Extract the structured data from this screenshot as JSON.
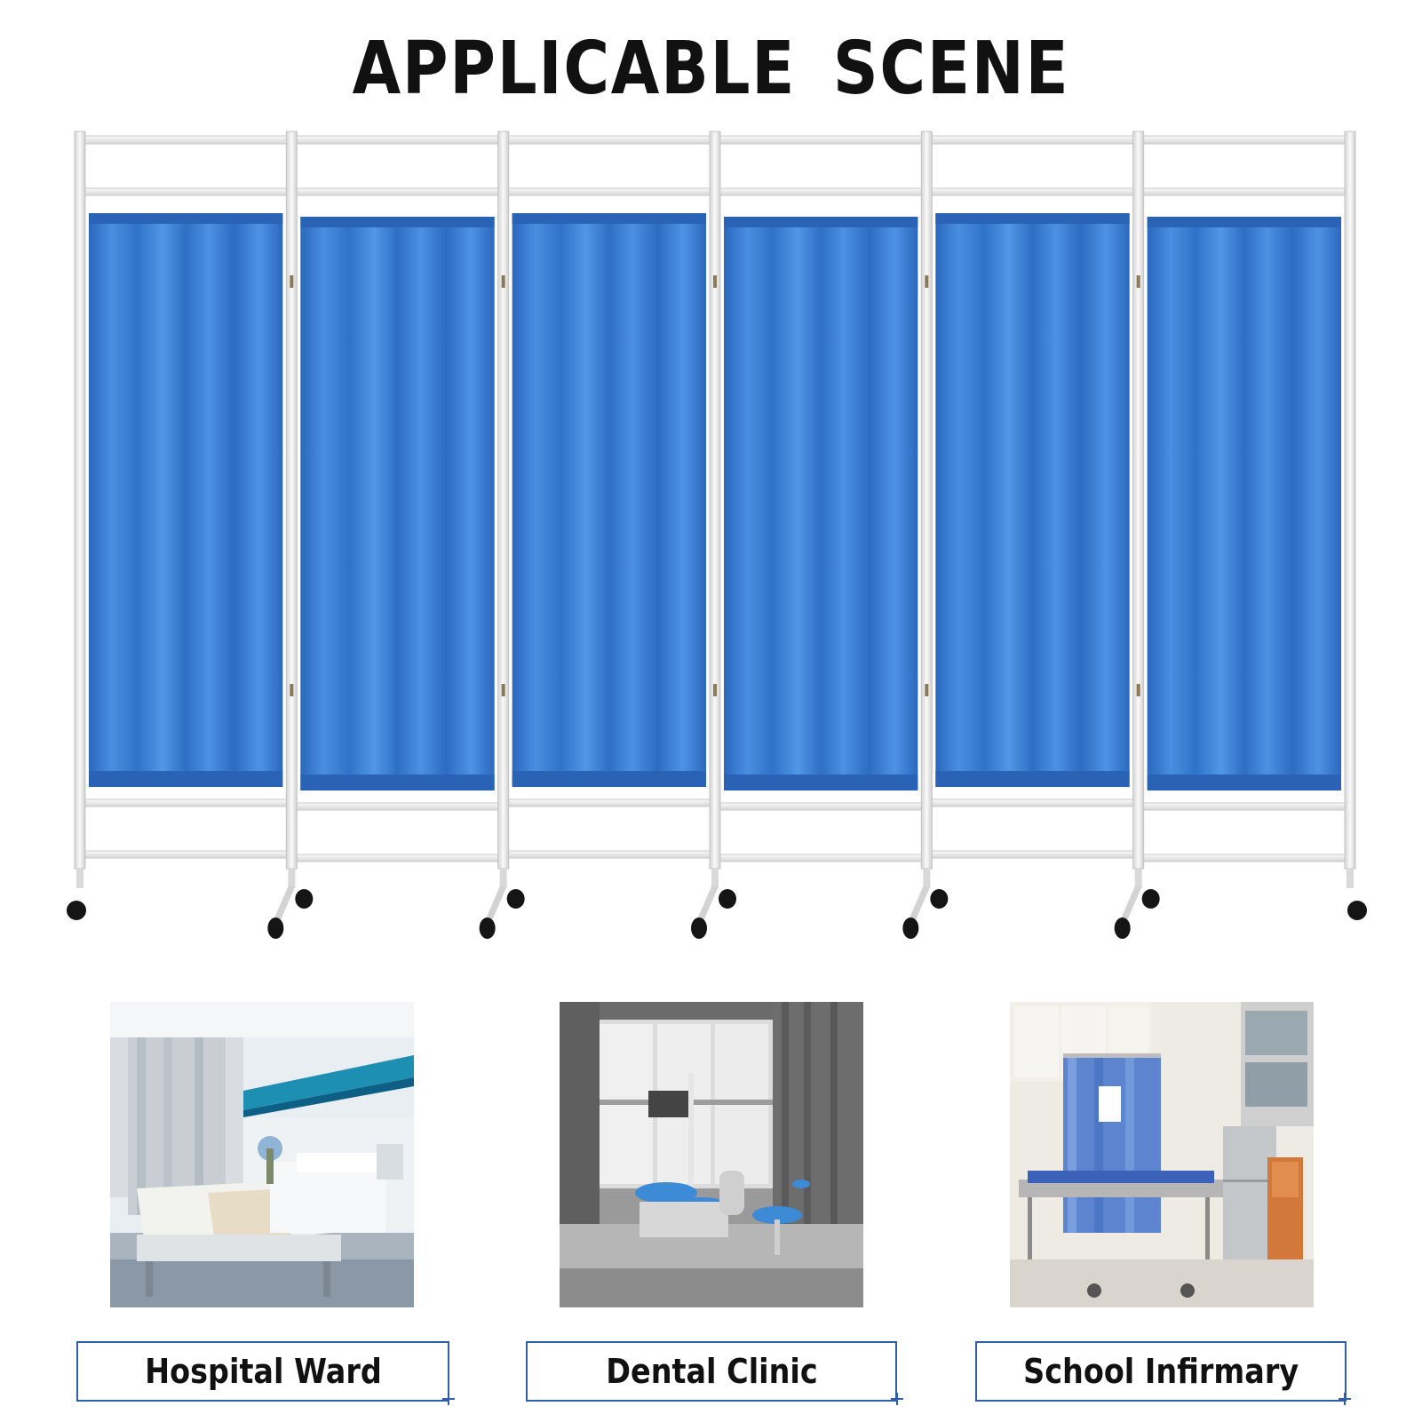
{
  "heading": "APPLICABLE  SCENE",
  "product": {
    "panel_count": 6,
    "curtain_color": "#2f73c9",
    "frame_color": "#eeeeee"
  },
  "scenes": [
    {
      "label": "Hospital Ward"
    },
    {
      "label": "Dental Clinic"
    },
    {
      "label": "School Infirmary"
    }
  ],
  "colors": {
    "label_border": "#2f5fa8",
    "text": "#111111"
  }
}
